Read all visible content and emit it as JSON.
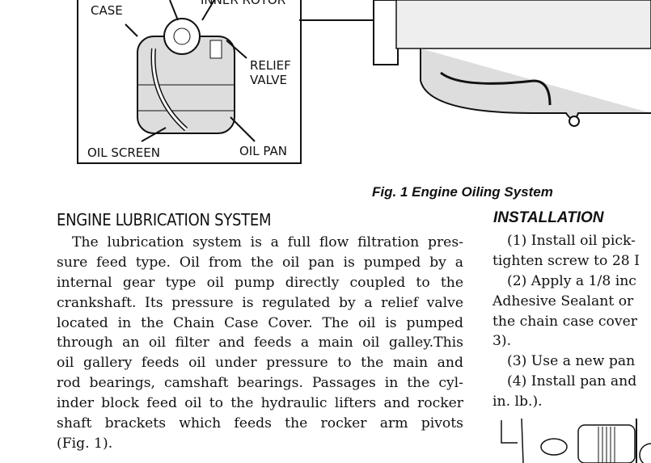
{
  "figure": {
    "labels": {
      "pump_case": "CASE",
      "inner_rotor": "INNER ROTOR",
      "relief_valve": [
        "RELIEF",
        "VALVE"
      ],
      "oil_screen": "OIL SCREEN",
      "oil_pan": "OIL PAN"
    },
    "caption": "Fig. 1 Engine Oiling System"
  },
  "left": {
    "heading": "ENGINE LUBRICATION SYSTEM",
    "lines": [
      "The lubrication system is a full flow filtration pres-",
      "sure feed type. Oil from the oil pan is pumped by a",
      "internal gear type oil pump directly coupled to the",
      "crankshaft. Its pressure is regulated by a relief valve",
      "located in the Chain Case Cover. The oil is pumped",
      "through an oil filter and feeds a main oil galley.This",
      "oil gallery feeds oil under pressure to the main and",
      "rod bearings, camshaft bearings. Passages in the cyl-",
      "inder block feed oil to the hydraulic lifters and rocker",
      "shaft brackets which feeds the rocker arm pivots",
      "(Fig. 1)."
    ]
  },
  "right": {
    "heading": "INSTALLATION",
    "lines": [
      "(1) Install oil pick-",
      "tighten screw to 28 I",
      "(2) Apply a 1/8 inc",
      "Adhesive Sealant or",
      "the chain case cover",
      "3).",
      "(3) Use a new pan",
      "(4) Install pan and",
      "in. lb.)."
    ]
  }
}
